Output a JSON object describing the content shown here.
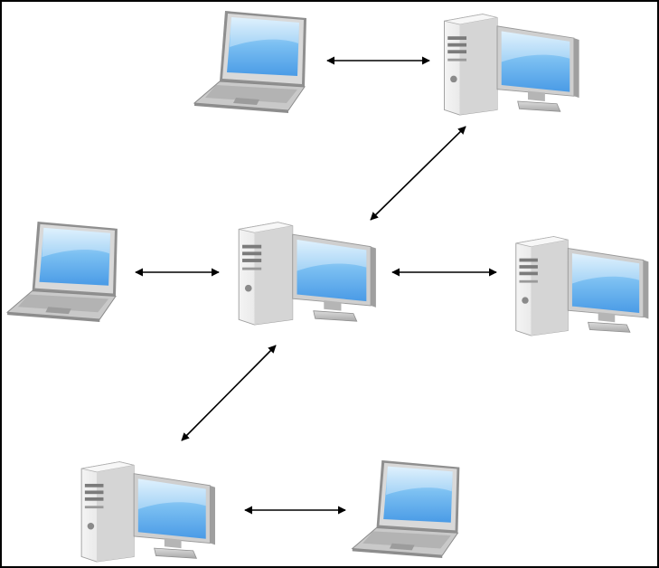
{
  "diagram": {
    "type": "network",
    "nodes": [
      {
        "id": "laptop-top",
        "device": "laptop",
        "icon": "laptop-icon"
      },
      {
        "id": "desktop-top-right",
        "device": "desktop",
        "icon": "desktop-computer-icon"
      },
      {
        "id": "laptop-middle-left",
        "device": "laptop",
        "icon": "laptop-icon"
      },
      {
        "id": "desktop-center",
        "device": "desktop",
        "icon": "desktop-computer-icon"
      },
      {
        "id": "desktop-middle-right",
        "device": "desktop",
        "icon": "desktop-computer-icon"
      },
      {
        "id": "desktop-bottom-left",
        "device": "desktop",
        "icon": "desktop-computer-icon"
      },
      {
        "id": "laptop-bottom-right",
        "device": "laptop",
        "icon": "laptop-icon"
      }
    ],
    "links": [
      {
        "from": "laptop-top",
        "to": "desktop-top-right",
        "direction": "bidirectional"
      },
      {
        "from": "desktop-top-right",
        "to": "desktop-center",
        "direction": "bidirectional"
      },
      {
        "from": "laptop-middle-left",
        "to": "desktop-center",
        "direction": "bidirectional"
      },
      {
        "from": "desktop-center",
        "to": "desktop-middle-right",
        "direction": "bidirectional"
      },
      {
        "from": "desktop-center",
        "to": "desktop-bottom-left",
        "direction": "bidirectional"
      },
      {
        "from": "desktop-bottom-left",
        "to": "laptop-bottom-right",
        "direction": "bidirectional"
      }
    ],
    "colors": {
      "screen": "#5aa9ec",
      "screen_light": "#bfe3fb",
      "case": "#e6e6e6",
      "case_dark": "#a9a9a9",
      "arrow": "#000000"
    }
  }
}
